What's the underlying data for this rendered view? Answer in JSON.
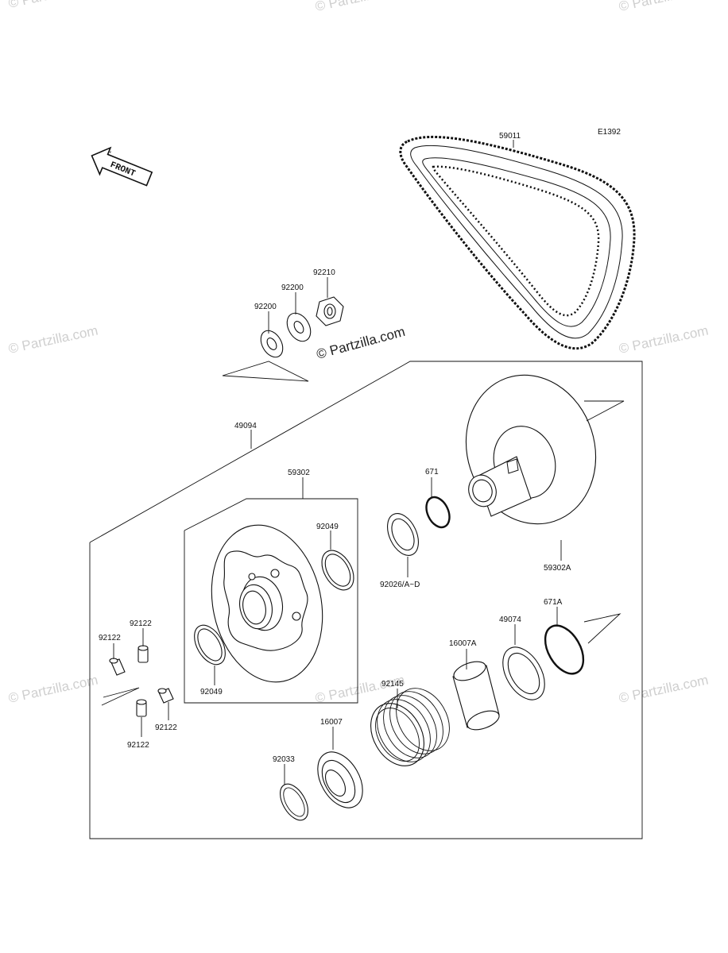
{
  "diagram_code": "E1392",
  "front_label": "FRONT",
  "watermark_main": "© Partzilla.com",
  "watermark_faint": "© Partzilla.com",
  "labels": {
    "belt": "59011",
    "washer_a": "92200",
    "washer_b": "92200",
    "nut": "92210",
    "assembly": "49094",
    "fixed_sheave_group": "59302",
    "seal_upper": "92049",
    "seal_lower": "92049",
    "o_ring_small": "671",
    "shim": "92026/A~D",
    "movable_sheave": "59302A",
    "o_ring_large": "671A",
    "washer_49074": "49074",
    "bushing_16007a": "16007A",
    "spring": "92145",
    "bushing_16007": "16007",
    "circlip": "92033",
    "fitting_1": "92122",
    "fitting_2": "92122",
    "fitting_3": "92122",
    "fitting_4": "92122"
  }
}
